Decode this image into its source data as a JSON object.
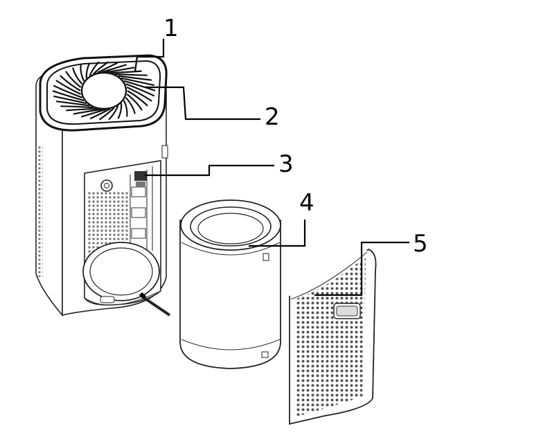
{
  "callouts": [
    {
      "id": "1",
      "label": "1"
    },
    {
      "id": "2",
      "label": "2"
    },
    {
      "id": "3",
      "label": "3"
    },
    {
      "id": "4",
      "label": "4"
    },
    {
      "id": "5",
      "label": "5"
    }
  ],
  "colors": {
    "line": "#000000",
    "body": "#ffffff",
    "dots": "#555555"
  }
}
